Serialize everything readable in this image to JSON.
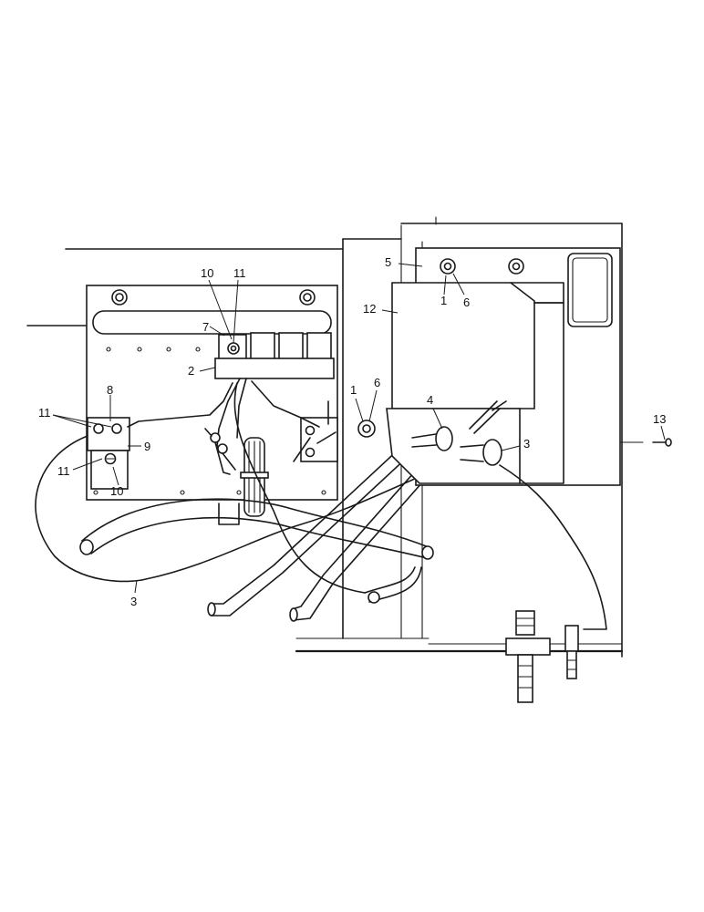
{
  "callouts": [
    {
      "id": "c-10-top",
      "text": "10"
    },
    {
      "id": "c-11-top",
      "text": "11"
    },
    {
      "id": "c-7",
      "text": "7"
    },
    {
      "id": "c-2",
      "text": "2"
    },
    {
      "id": "c-8",
      "text": "8"
    },
    {
      "id": "c-11-left",
      "text": "11"
    },
    {
      "id": "c-9",
      "text": "9"
    },
    {
      "id": "c-11-low",
      "text": "11"
    },
    {
      "id": "c-10-low",
      "text": "10"
    },
    {
      "id": "c-3-left",
      "text": "3"
    },
    {
      "id": "c-5",
      "text": "5"
    },
    {
      "id": "c-12",
      "text": "12"
    },
    {
      "id": "c-1-top",
      "text": "1"
    },
    {
      "id": "c-6-top",
      "text": "6"
    },
    {
      "id": "c-1-mid",
      "text": "1"
    },
    {
      "id": "c-6-mid",
      "text": "6"
    },
    {
      "id": "c-4",
      "text": "4"
    },
    {
      "id": "c-3-right",
      "text": "3"
    },
    {
      "id": "c-13",
      "text": "13"
    }
  ]
}
